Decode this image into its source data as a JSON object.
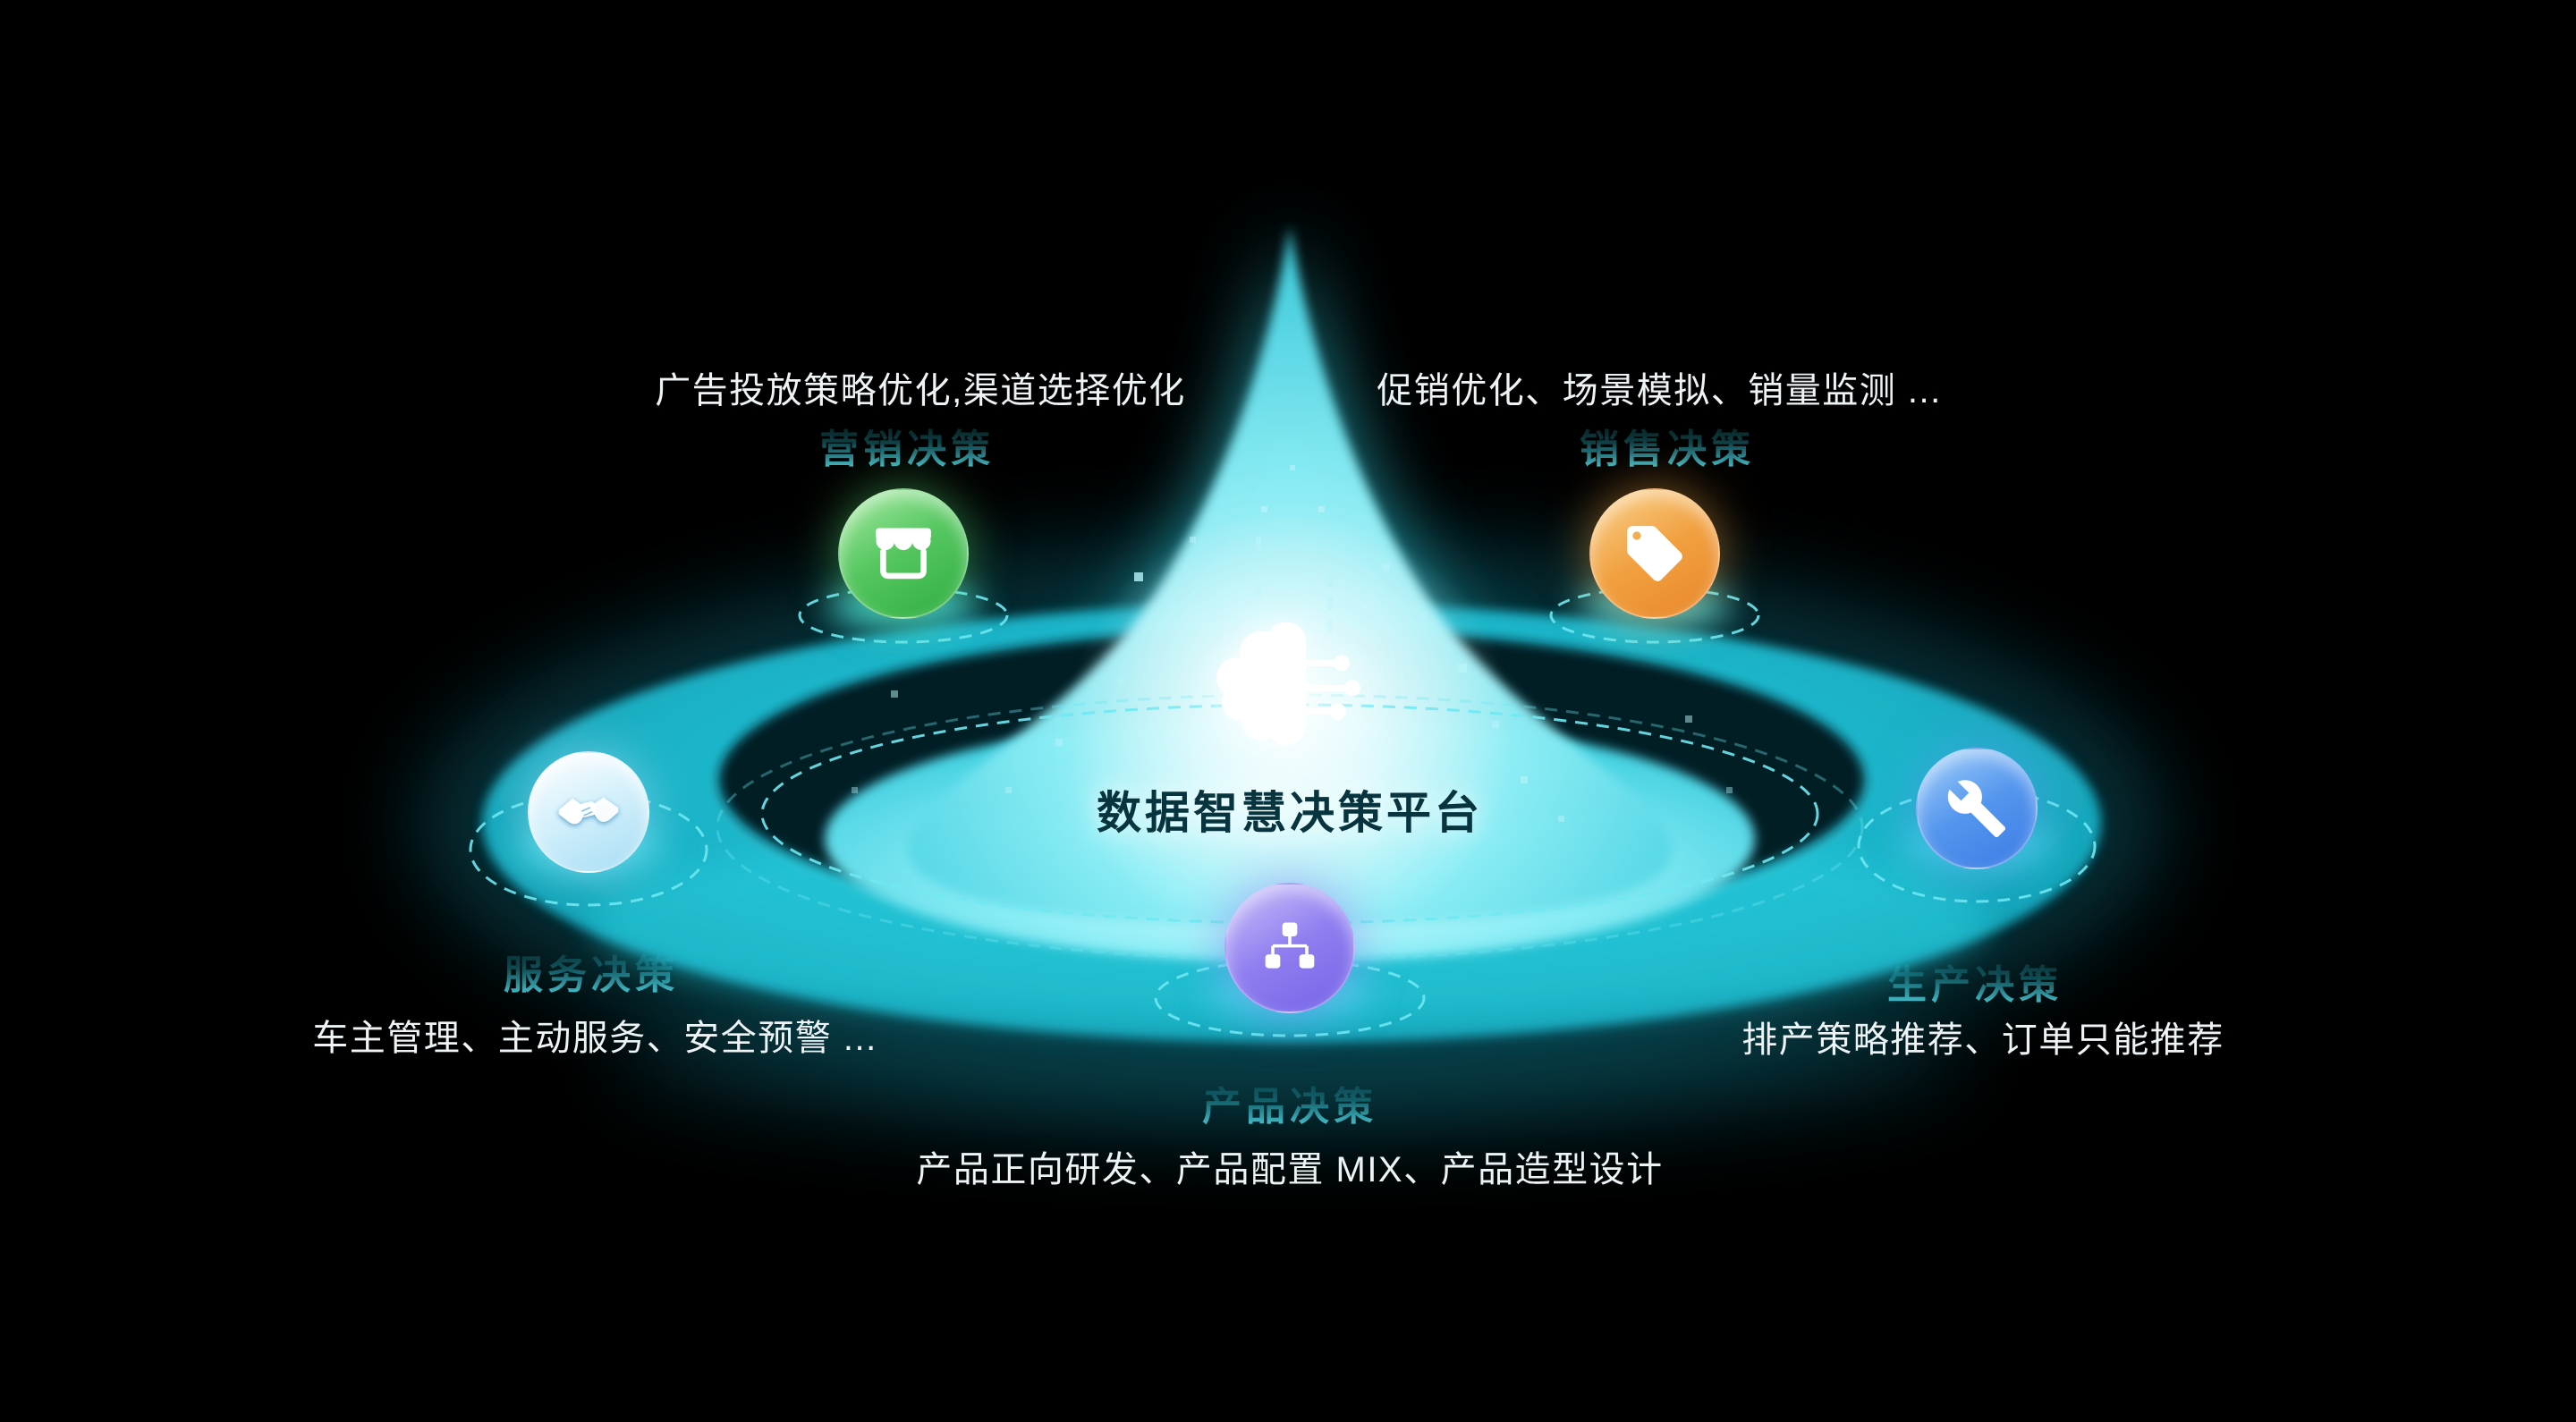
{
  "diagram": {
    "title": "数据智慧决策平台",
    "center_icon": "brain-circuit-icon"
  },
  "nodes": [
    {
      "id": "marketing",
      "label": "营销决策",
      "description": "广告投放策略优化,渠道选择优化",
      "icon": "storefront-icon",
      "accent_color": "#45bc52"
    },
    {
      "id": "sales",
      "label": "销售决策",
      "description": "促销优化、场景模拟、销量监测 ...",
      "icon": "price-tag-icon",
      "accent_color": "#ef9b38"
    },
    {
      "id": "service",
      "label": "服务决策",
      "description": "车主管理、主动服务、安全预警 ...",
      "icon": "handshake-icon",
      "accent_color": "#b8e2f4"
    },
    {
      "id": "production",
      "label": "生产决策",
      "description": "排产策略推荐、订单只能推荐",
      "icon": "wrench-icon",
      "accent_color": "#4b8ceb"
    },
    {
      "id": "product",
      "label": "产品决策",
      "description": "产品正向研发、产品配置 MIX、产品造型设计",
      "icon": "hierarchy-icon",
      "accent_color": "#8a79ef"
    }
  ],
  "colors": {
    "background": "#000000",
    "platform_teal": "#1fc0d3",
    "glow_cyan": "#8feef6",
    "title_text": "#083440",
    "description_text": "#eef3f5"
  }
}
